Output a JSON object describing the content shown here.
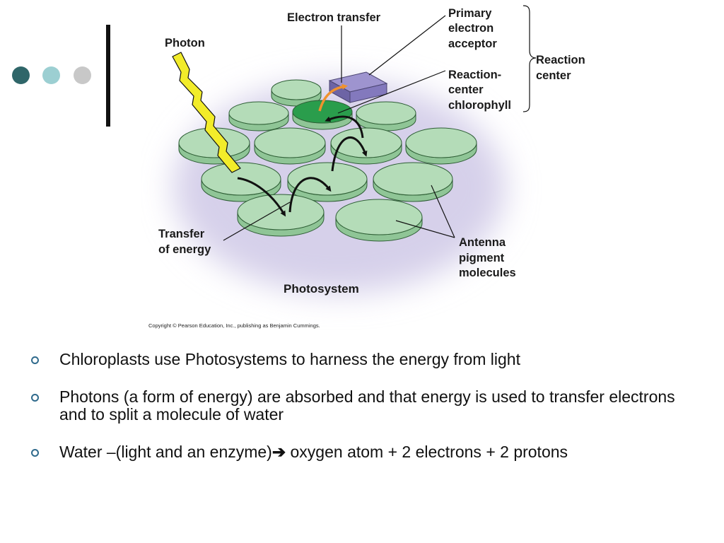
{
  "diagram": {
    "labels": {
      "electron_transfer": "Electron transfer",
      "photon": "Photon",
      "primary_line1": "Primary",
      "primary_line2": "electron",
      "primary_line3": "acceptor",
      "rc_chl_line1": "Reaction-",
      "rc_chl_line2": "center",
      "rc_chl_line3": "chlorophyll",
      "reaction_center_line1": "Reaction",
      "reaction_center_line2": "center",
      "transfer_line1": "Transfer",
      "transfer_line2": "of energy",
      "antenna_line1": "Antenna",
      "antenna_line2": "pigment",
      "antenna_line3": "molecules",
      "title": "Photosystem",
      "copyright": "Copyright © Pearson Education, Inc., publishing as Benjamin Cummings."
    },
    "colors": {
      "halo": "#d6d0ea",
      "disk_top": "#b4dcb8",
      "disk_side": "#8fc596",
      "reaction_center_top": "#2a9d4c",
      "acceptor": "#9e94cf",
      "photon": "#f2ec2a",
      "arrow": "#111111",
      "electron_arrow": "#f0922e"
    }
  },
  "bullets": [
    {
      "text": "Chloroplasts use Photosystems to harness the energy from light"
    },
    {
      "text": "Photons (a form of energy) are absorbed and that energy is used to transfer electrons and to split a molecule of water"
    },
    {
      "text_before": "Water –(light and an enzyme)",
      "arrow": "➔",
      "text_after": " oxygen atom + 2 electrons + 2 protons"
    }
  ]
}
